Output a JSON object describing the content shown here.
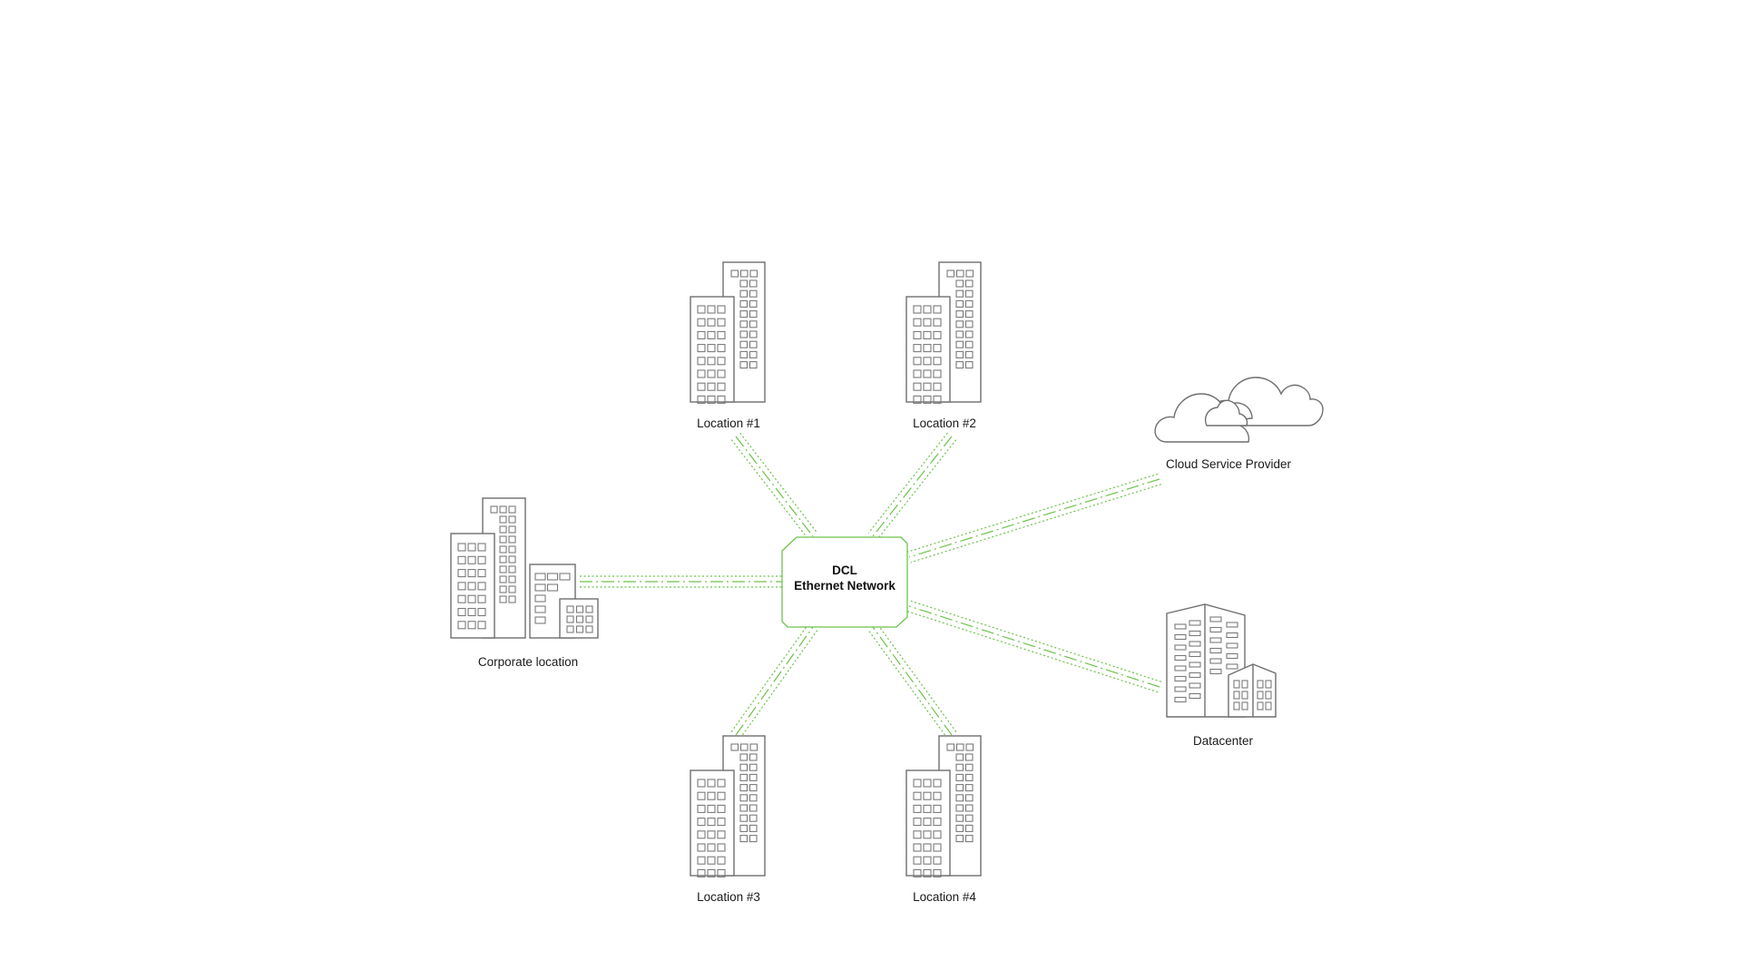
{
  "colors": {
    "accent": "#6cc24a",
    "building_stroke": "#6f6f6f"
  },
  "hub": {
    "line1": "DCL",
    "line2": "Ethernet Network"
  },
  "nodes": {
    "location1": {
      "label": "Location #1",
      "icon": "office-tower-icon"
    },
    "location2": {
      "label": "Location #2",
      "icon": "office-tower-icon"
    },
    "location3": {
      "label": "Location #3",
      "icon": "office-tower-icon"
    },
    "location4": {
      "label": "Location #4",
      "icon": "office-tower-icon"
    },
    "corporate": {
      "label": "Corporate location",
      "icon": "office-campus-icon"
    },
    "cloud": {
      "label": "Cloud Service Provider",
      "icon": "cloud-icon"
    },
    "datacenter": {
      "label": "Datacenter",
      "icon": "datacenter-icon"
    }
  }
}
